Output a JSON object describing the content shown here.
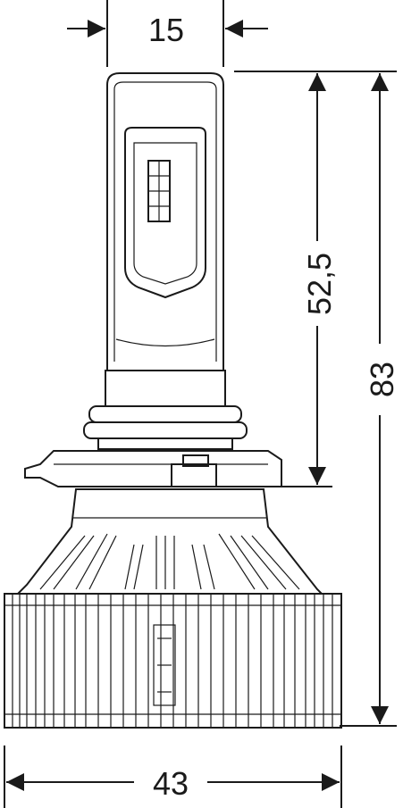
{
  "dimensions": {
    "top_width": "15",
    "upper_height": "52,5",
    "total_height": "83",
    "bottom_width": "43"
  },
  "colors": {
    "line": "#1a1a1a",
    "background": "#ffffff"
  }
}
